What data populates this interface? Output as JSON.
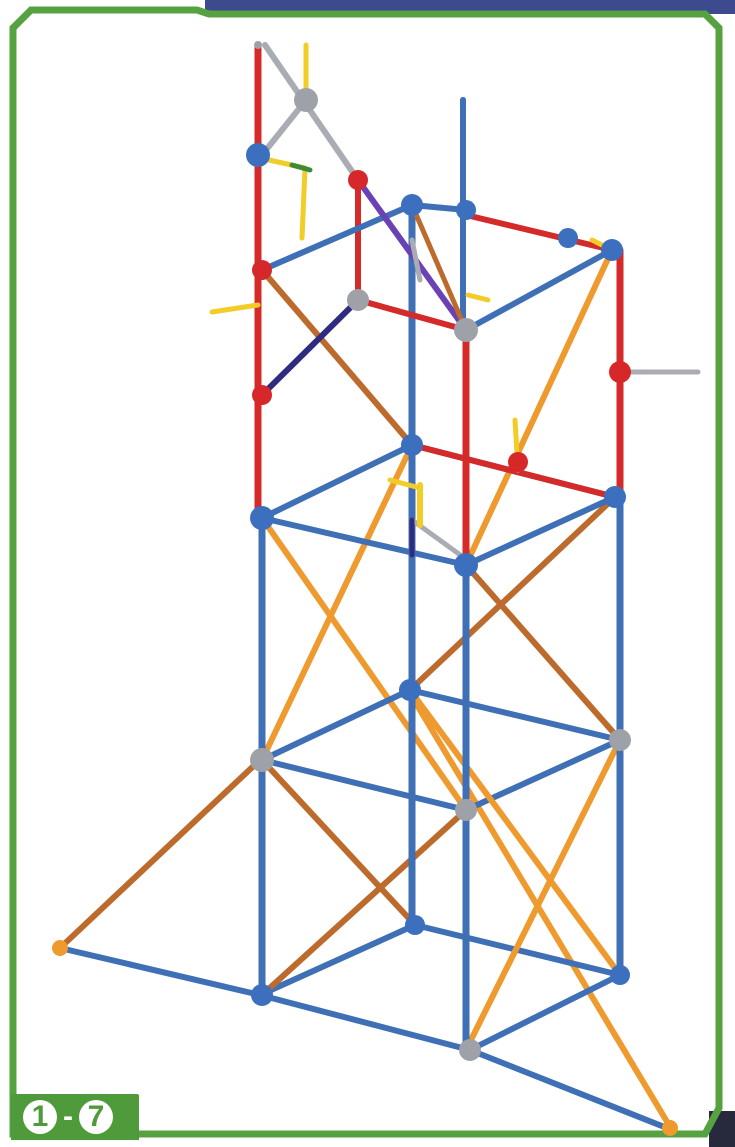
{
  "step": {
    "section": "1",
    "separator": "-",
    "number": "7"
  },
  "colors": {
    "frame_green": "#56a140",
    "top_band": "#3e4a8e",
    "rod_blue": "#3f6fb5",
    "rod_red": "#d42a2a",
    "rod_orange": "#ee9a2e",
    "rod_brown": "#bd6b2c",
    "rod_gray": "#a9acb3",
    "rod_purple": "#6a42b5",
    "rod_navy": "#2f2c80",
    "connector_blue": "#3c6fbd",
    "connector_gray": "#9ea2a8",
    "connector_red": "#d6282a",
    "connector_yellow": "#f2cc27"
  },
  "icons": [
    "k-nex-tower-model",
    "step-number-badge"
  ]
}
